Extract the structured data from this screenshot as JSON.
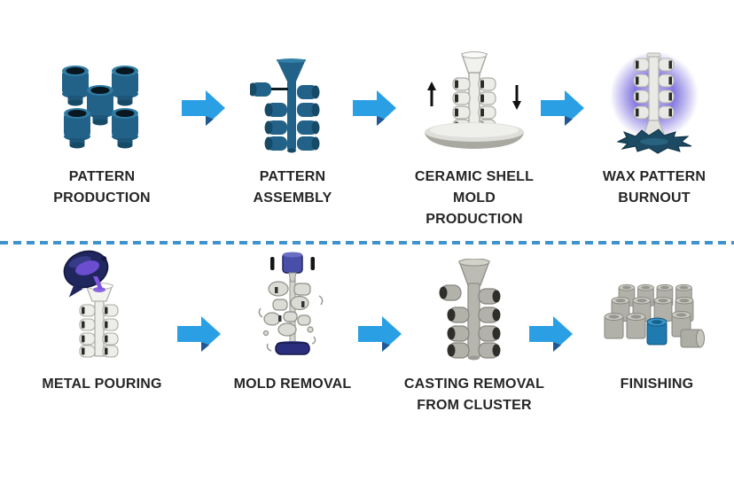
{
  "process": {
    "name": "Investment casting process flow",
    "rows": [
      {
        "steps": [
          {
            "icon": "wax-patterns-icon",
            "label": "PATTERN\nPRODUCTION"
          },
          {
            "icon": "pattern-tree-icon",
            "label": "PATTERN\nASSEMBLY"
          },
          {
            "icon": "ceramic-shell-dip-icon",
            "label": "CERAMIC SHELL\nMOLD\nPRODUCTION"
          },
          {
            "icon": "burnout-glow-icon",
            "label": "WAX PATTERN\nBURNOUT"
          }
        ]
      },
      {
        "steps": [
          {
            "icon": "metal-pouring-icon",
            "label": "METAL POURING"
          },
          {
            "icon": "mold-removal-icon",
            "label": "MOLD REMOVAL"
          },
          {
            "icon": "casting-cluster-icon",
            "label": "CASTING REMOVAL\nFROM CLUSTER"
          },
          {
            "icon": "finished-parts-icon",
            "label": "FINISHING"
          }
        ]
      }
    ]
  },
  "colors": {
    "arrow_blue": "#2b9fe3",
    "arrow_shadow": "#1d4b86",
    "divider_blue": "#3f93cc",
    "wax_teal": "#226288",
    "wax_teal_dark": "#174a66",
    "ceramic_white": "#ededE9",
    "metal_gray": "#b2b2aa",
    "burnout_glow_purple": "#8579e0",
    "molten_purple": "#7e55e0",
    "ladle_navy": "#20265e",
    "vibrator_blue": "#494fa8",
    "finished_part_blue": "#1f7ab0",
    "label_text": "#262626",
    "background": "#ffffff"
  }
}
